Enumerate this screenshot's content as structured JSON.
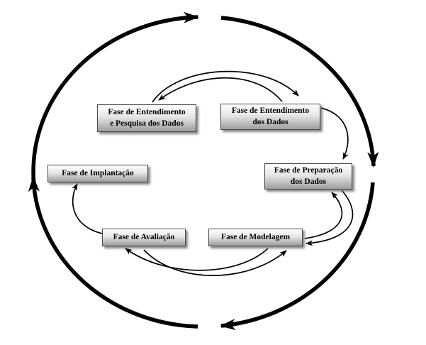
{
  "diagram": {
    "type": "cycle-diagram",
    "outer_cycle_direction": "clockwise",
    "colors": {
      "arrow": "#000000",
      "box_border": "#4a4a4a",
      "box_gradient_top": "#ffffff",
      "box_gradient_bottom": "#9e9e9e",
      "background": "#ffffff"
    },
    "nodes": [
      {
        "id": "entendimento-pesquisa",
        "label": "Fase de Entendimento\ne Pesquisa dos Dados"
      },
      {
        "id": "entendimento-dados",
        "label": "Fase de Entendimento\ndos Dados"
      },
      {
        "id": "preparacao-dados",
        "label": "Fase de Preparação\ndos Dados"
      },
      {
        "id": "implantacao",
        "label": "Fase de Implantação"
      },
      {
        "id": "avaliacao",
        "label": "Fase de Avaliação"
      },
      {
        "id": "modelagem",
        "label": "Fase de Modelagem"
      }
    ],
    "connections": [
      {
        "from": "entendimento-pesquisa",
        "to": "entendimento-dados",
        "style": "curved arc above boxes"
      },
      {
        "from": "entendimento-dados",
        "to": "entendimento-pesquisa",
        "style": "curved arc above boxes"
      },
      {
        "from": "entendimento-dados",
        "to": "preparacao-dados",
        "style": "curved arc on right"
      },
      {
        "from": "modelagem",
        "to": "preparacao-dados",
        "style": "curved arc"
      },
      {
        "from": "preparacao-dados",
        "to": "modelagem",
        "style": "curved arc"
      },
      {
        "from": "modelagem",
        "to": "avaliacao",
        "style": "curved arc below boxes"
      },
      {
        "from": "avaliacao",
        "to": "modelagem",
        "style": "curved arc below boxes"
      },
      {
        "from": "avaliacao",
        "to": "implantacao",
        "style": "curved arc on left"
      }
    ]
  }
}
